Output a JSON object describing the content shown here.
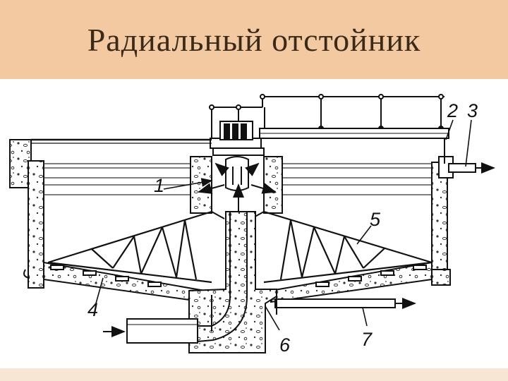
{
  "slide": {
    "title": "Радиальный отстойник"
  },
  "diagram": {
    "labels": {
      "l1": "1",
      "l2": "2",
      "l3": "3",
      "l4": "4",
      "l5": "5",
      "l6": "6",
      "l7": "7"
    }
  }
}
